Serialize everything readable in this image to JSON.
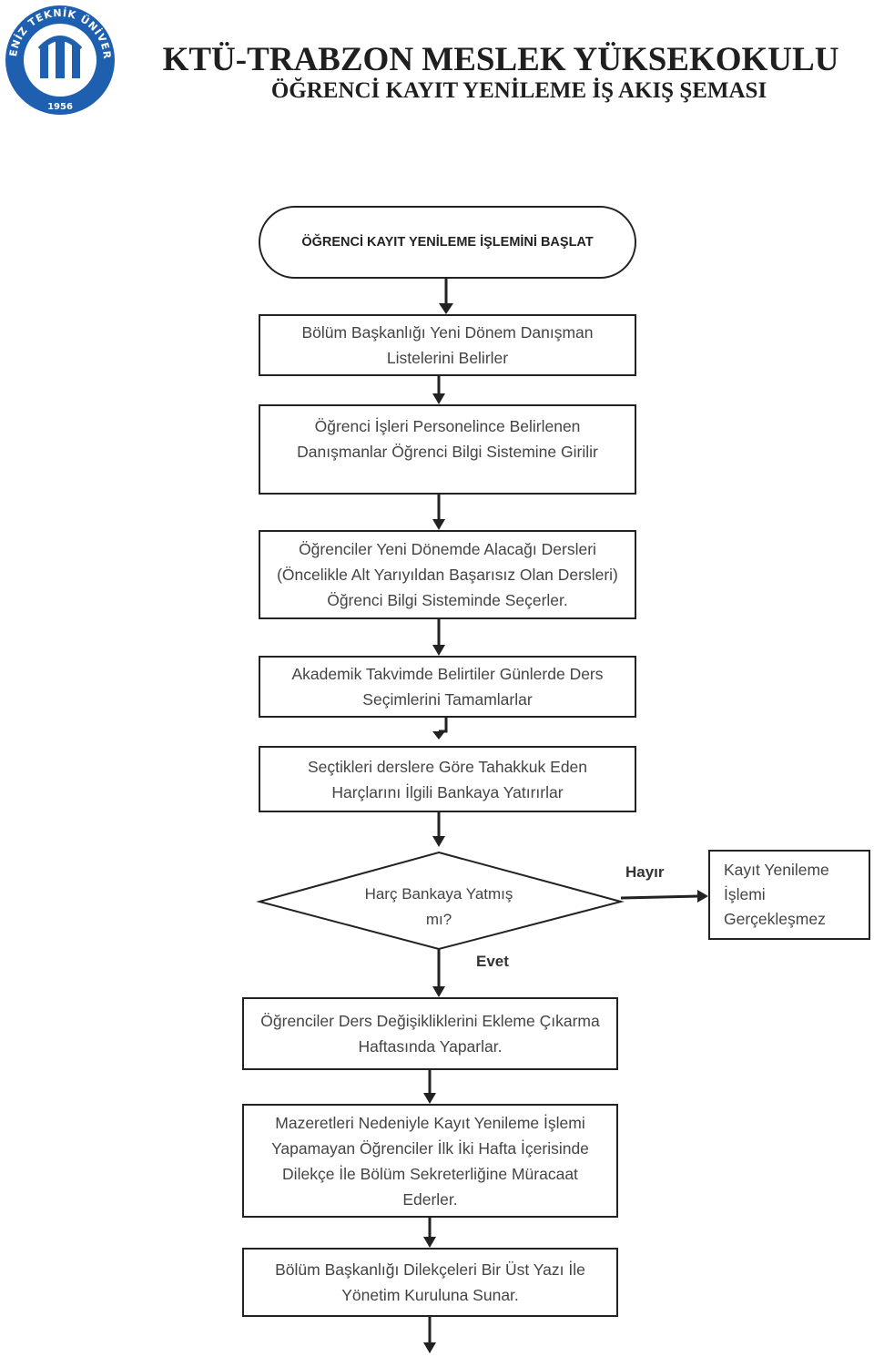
{
  "header": {
    "logo_text": "KARADENİZ TEKNİK ÜNİVERSİTESİ",
    "logo_year": "1956",
    "title": "KTÜ-TRABZON MESLEK YÜKSEKOKULU",
    "subtitle": "ÖĞRENCİ KAYIT YENİLEME İŞ AKIŞ ŞEMASI"
  },
  "flow": {
    "start": "ÖĞRENCİ KAYIT YENİLEME İŞLEMİNİ BAŞLAT",
    "step1": "Bölüm Başkanlığı Yeni Dönem Danışman\nListelerini Belirler",
    "step2": "Öğrenci İşleri Personelince Belirlenen\nDanışmanlar Öğrenci Bilgi Sistemine Girilir",
    "step3": "Öğrenciler Yeni Dönemde Alacağı Dersleri\n(Öncelikle Alt Yarıyıldan Başarısız Olan Dersleri)\nÖğrenci Bilgi Sisteminde Seçerler.",
    "step4": "Akademik Takvimde Belirtiler Günlerde Ders\nSeçimlerini Tamamlarlar",
    "step5": "Seçtikleri derslere Göre Tahakkuk Eden\nHarçlarını İlgili Bankaya Yatırırlar",
    "decision": "Harç Bankaya Yatmış\nmı?",
    "no_label": "Hayır",
    "yes_label": "Evet",
    "no_result": "Kayıt Yenileme\nİşlemi\nGerçekleşmez",
    "step6": "Öğrenciler Ders Değişikliklerini Ekleme Çıkarma\nHaftasında Yaparlar.",
    "step7": "Mazeretleri Nedeniyle Kayıt Yenileme İşlemi\nYapamayan Öğrenciler İlk İki Hafta İçerisinde\nDilekçe İle Bölüm Sekreterliğine Müracaat\nEderler.",
    "step8": "Bölüm Başkanlığı Dilekçeleri Bir Üst Yazı İle\nYönetim Kuruluna Sunar."
  },
  "colors": {
    "logo_blue": "#1f5fb0",
    "border": "#222222"
  }
}
